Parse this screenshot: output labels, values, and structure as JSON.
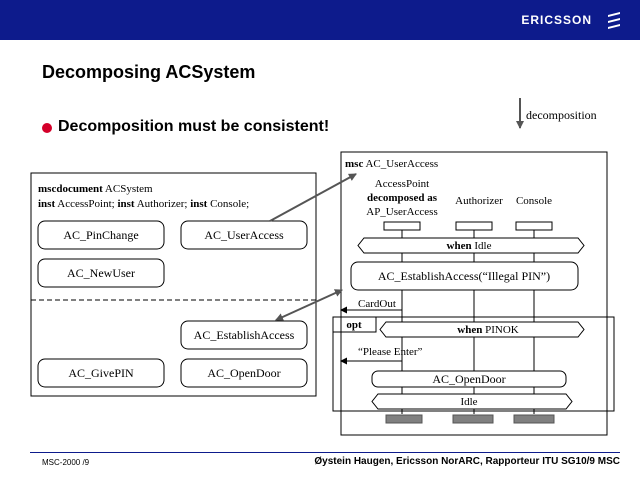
{
  "header": {
    "brand": "ERICSSON",
    "brand_icon": "ericsson-logo-icon"
  },
  "title": "Decomposing ACSystem",
  "bullet": "Decomposition must be consistent!",
  "legend": {
    "label": "decomposition"
  },
  "msc_document": {
    "header_kw1": "mscdocument",
    "header_name": " ACSystem",
    "decl_kw": "inst",
    "decl_1": " AccessPoint; ",
    "decl_2": " Authorizer; ",
    "decl_3": " Console;",
    "items": [
      "AC_PinChange",
      "AC_UserAccess",
      "AC_NewUser",
      "AC_EstablishAccess",
      "AC_GivePIN",
      "AC_OpenDoor"
    ]
  },
  "msc": {
    "kw": "msc",
    "name": " AC_UserAccess",
    "inst_accesspoint": "AccessPoint",
    "decomposed_as": "decomposed as",
    "ap_name": "AP_UserAccess",
    "inst_authorizer": "Authorizer",
    "inst_console": "Console",
    "when_kw": "when",
    "when_idle": " Idle",
    "establish_ref": "AC_EstablishAccess(“Illegal PIN”)",
    "cardout": "CardOut",
    "opt": "opt",
    "when_pinok": " PINOK",
    "please_enter": "“Please Enter”",
    "opendoor_ref": "AC_OpenDoor",
    "idle_end": "Idle"
  },
  "footer": {
    "left": "MSC-2000 /9",
    "right": "Øystein Haugen, Ericsson NorARC, Rapporteur ITU SG10/9 MSC"
  }
}
